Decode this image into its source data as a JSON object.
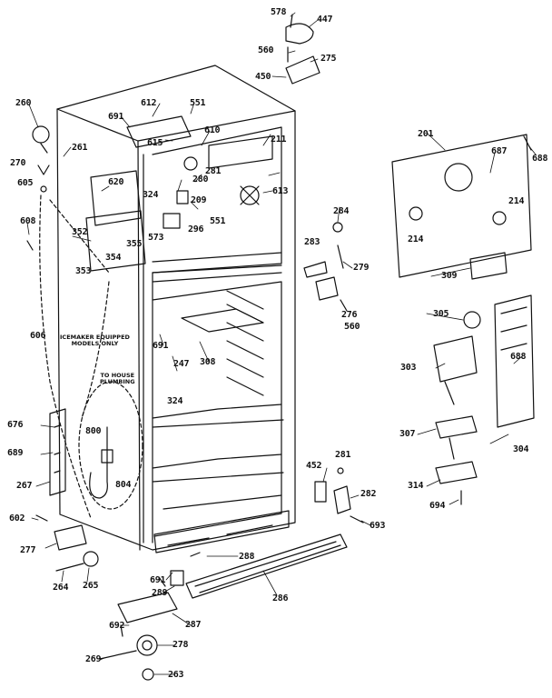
{
  "diagram": {
    "part_numbers": [
      "578",
      "447",
      "560",
      "275",
      "450",
      "260",
      "612",
      "551",
      "691",
      "610",
      "615",
      "620",
      "211",
      "201",
      "687",
      "688",
      "270",
      "261",
      "605",
      "280",
      "324",
      "209",
      "613",
      "281",
      "608",
      "352",
      "355",
      "573",
      "353",
      "354",
      "296",
      "551",
      "284",
      "214",
      "214",
      "283",
      "279",
      "309",
      "276",
      "560",
      "305",
      "606",
      "691",
      "308",
      "247",
      "303",
      "688",
      "324",
      "800",
      "676",
      "689",
      "267",
      "804",
      "307",
      "452",
      "281",
      "282",
      "304",
      "314",
      "694",
      "693",
      "602",
      "277",
      "288",
      "691",
      "289",
      "264",
      "265",
      "286",
      "692",
      "287",
      "269",
      "278",
      "263"
    ],
    "notes": {
      "icemaker": [
        "ICEMAKER EQUIPPED",
        "MODELS ONLY"
      ],
      "plumbing": [
        "TO HOUSE",
        "PLUMBING"
      ]
    },
    "colors": {
      "ink": "#111111",
      "paper": "#ffffff"
    }
  }
}
